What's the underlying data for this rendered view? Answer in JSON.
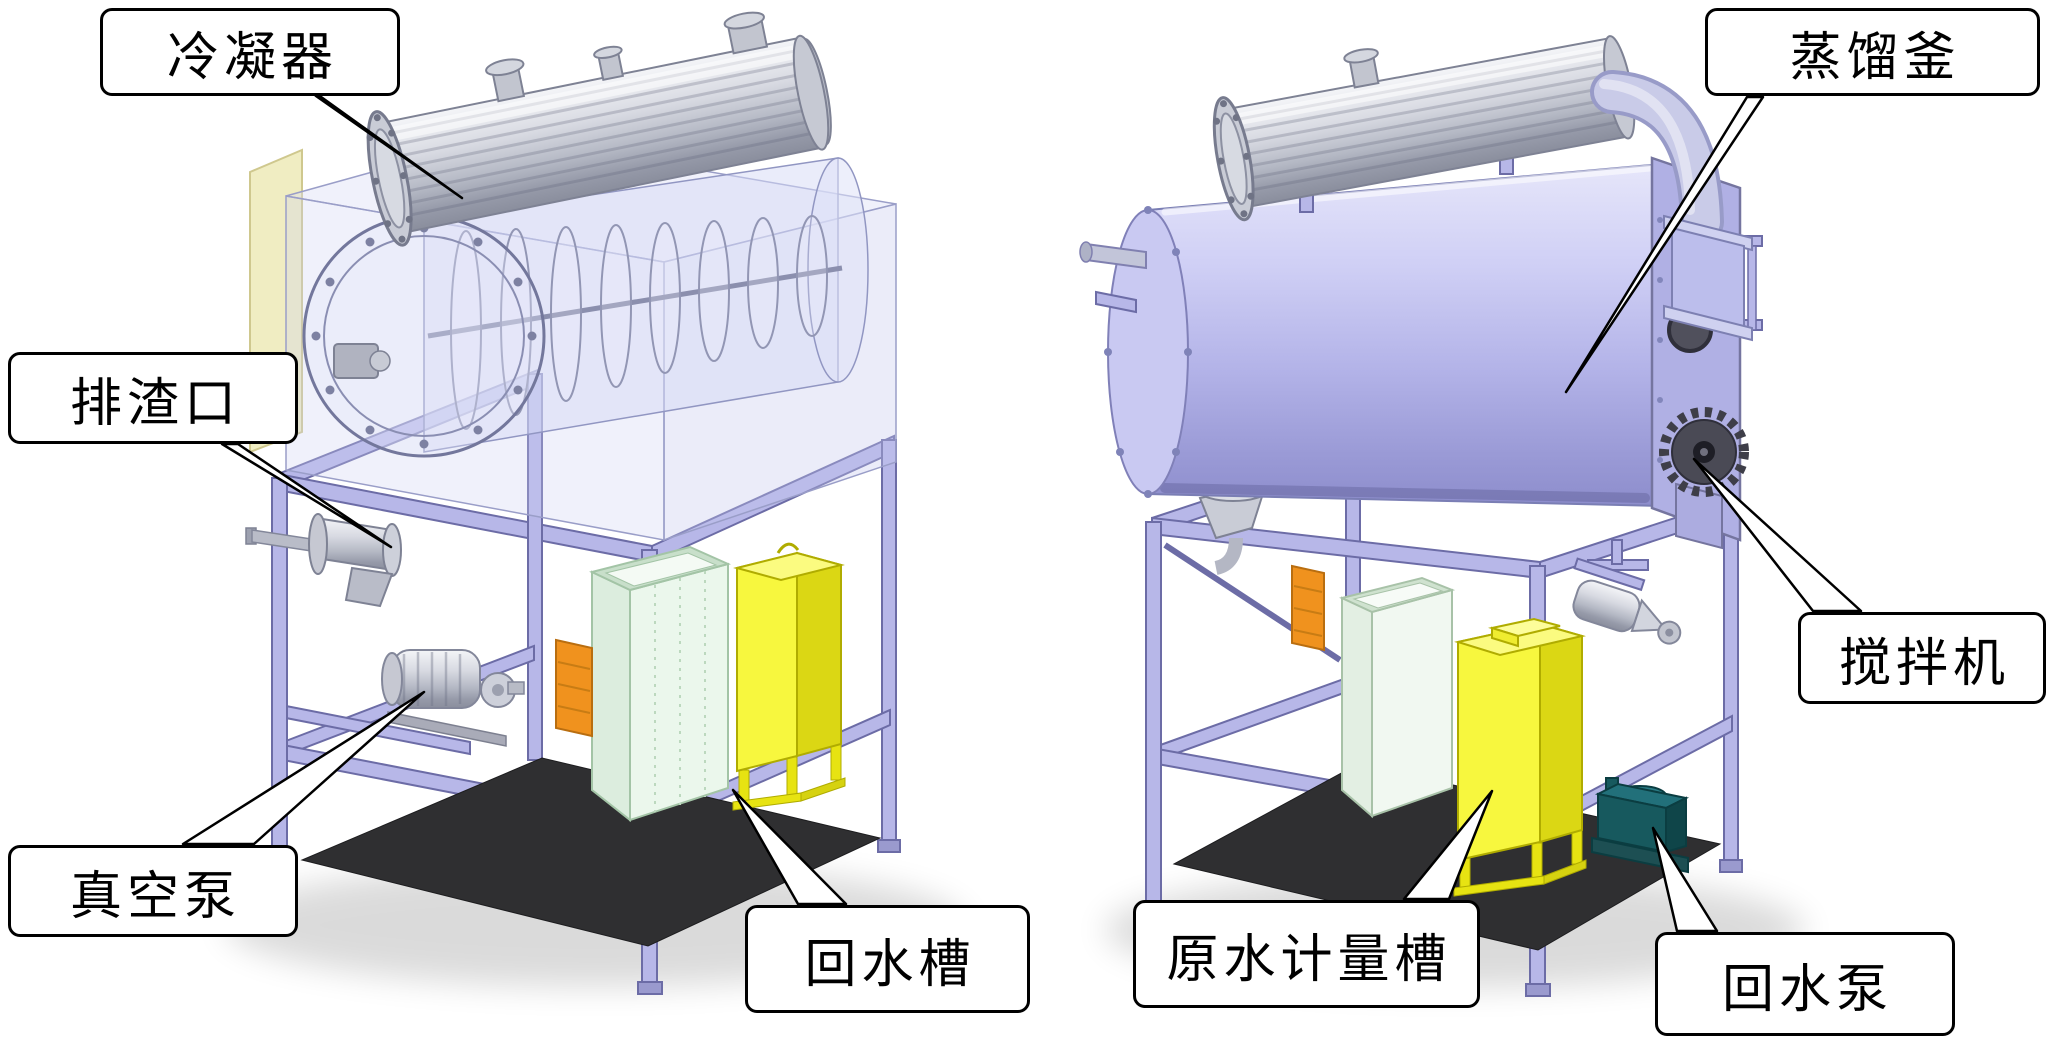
{
  "figure": {
    "callouts": [
      {
        "id": "condenser",
        "label": "冷凝器"
      },
      {
        "id": "slag-discharge-port",
        "label": "排渣口"
      },
      {
        "id": "vacuum-pump",
        "label": "真空泵"
      },
      {
        "id": "return-water-tank",
        "label": "回水槽"
      },
      {
        "id": "distillation-kettle",
        "label": "蒸馏釜"
      },
      {
        "id": "agitator",
        "label": "搅拌机"
      },
      {
        "id": "raw-water-metering-tank",
        "label": "原水计量槽"
      },
      {
        "id": "return-water-pump",
        "label": "回水泵"
      }
    ],
    "colors": {
      "machine_body_lavender": "#b7b7e8",
      "machine_edge": "#6c6ca6",
      "condenser_silver": "#c9ccd6",
      "tank_yellow": "#f7f73e",
      "tank_green": "#ebf7ec",
      "accent_orange": "#f0921e",
      "pump_teal": "#17595e",
      "base_dark": "#2f2f31",
      "callout_border": "#000000",
      "callout_background": "#ffffff"
    }
  }
}
